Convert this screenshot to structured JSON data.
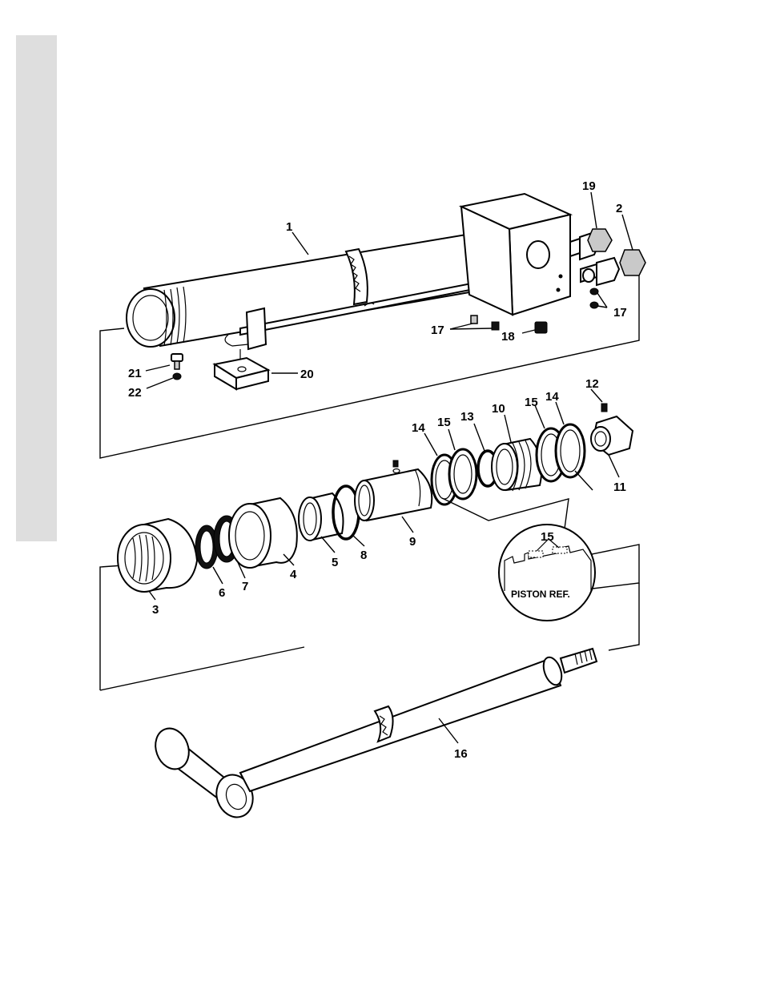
{
  "labels": {
    "l1": "1",
    "l2": "2",
    "l3": "3",
    "l4": "4",
    "l5": "5",
    "l6": "6",
    "l7": "7",
    "l8": "8",
    "l9": "9",
    "l10": "10",
    "l11": "11",
    "l12": "12",
    "l13": "13",
    "l14a": "14",
    "l14b": "14",
    "l15a": "15",
    "l15b": "15",
    "l16": "16",
    "l17a": "17",
    "l17b": "17",
    "l18": "18",
    "l19": "19",
    "l20": "20",
    "l21": "21",
    "l22": "22"
  },
  "inset": {
    "number": "15",
    "caption": "PISTON REF."
  }
}
